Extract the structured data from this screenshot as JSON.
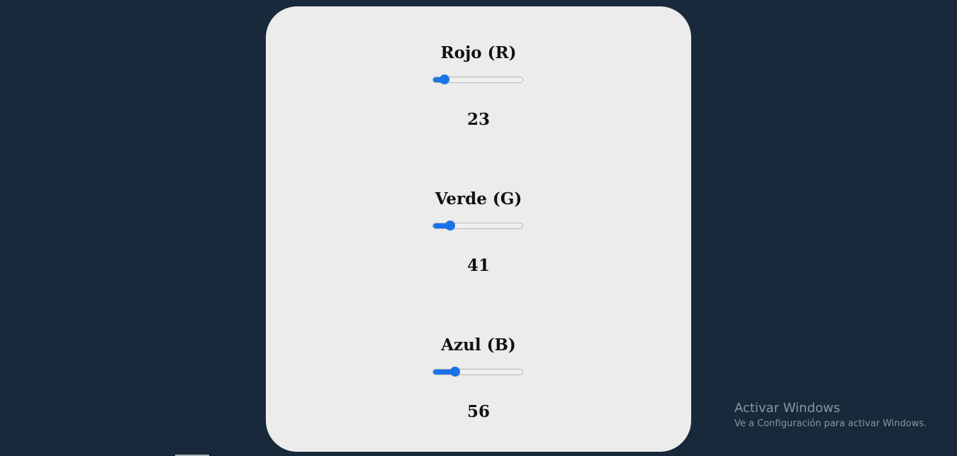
{
  "colors": {
    "background": "#17293a",
    "panel": "#ececec",
    "slider_accent": "#1a73e8",
    "text": "#111111"
  },
  "channels": [
    {
      "label": "Rojo (R)",
      "value": "23",
      "max": 255
    },
    {
      "label": "Verde (G)",
      "value": "41",
      "max": 255
    },
    {
      "label": "Azul (B)",
      "value": "56",
      "max": 255
    }
  ],
  "watermark": {
    "title": "Activar Windows",
    "subtitle": "Ve a Configuración para activar Windows."
  }
}
